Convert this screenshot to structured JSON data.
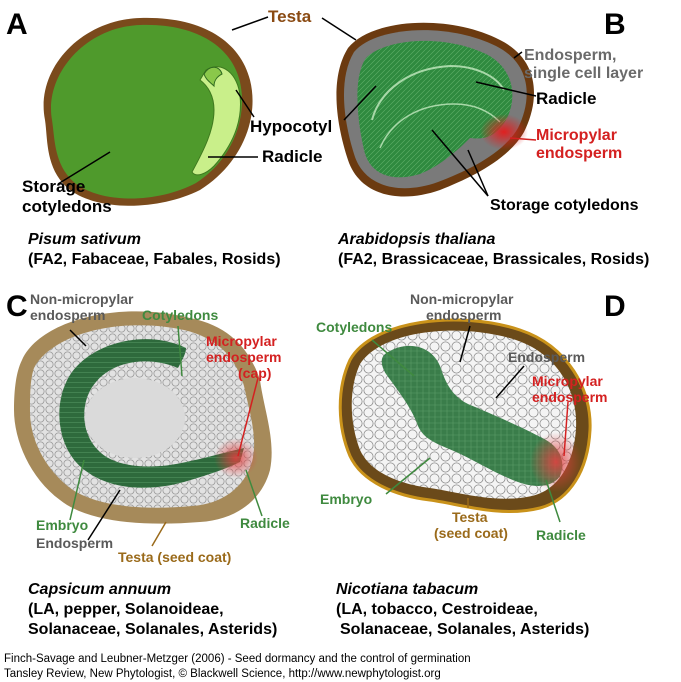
{
  "panels": {
    "a": {
      "letter": "A",
      "labels": {
        "testa": "Testa",
        "hypocotyl": "Hypocotyl",
        "radicle": "Radicle",
        "storage_1": "Storage",
        "storage_2": "cotyledons"
      },
      "species": "Pisum sativum",
      "taxonomy": "(FA2, Fabaceae, Fabales, Rosids)"
    },
    "b": {
      "letter": "B",
      "labels": {
        "endosperm_1": "Endosperm,",
        "endosperm_2": "single cell layer",
        "radicle": "Radicle",
        "micropylar_1": "Micropylar",
        "micropylar_2": "endosperm",
        "storage": "Storage cotyledons"
      },
      "species": "Arabidopsis thaliana",
      "taxonomy": "(FA2, Brassicaceae, Brassicales, Rosids)"
    },
    "c": {
      "letter": "C",
      "labels": {
        "nonmicro_1": "Non-micropylar",
        "nonmicro_2": "endosperm",
        "cotyledons": "Cotyledons",
        "micro_1": "Micropylar",
        "micro_2": "endosperm",
        "micro_3": "(cap)",
        "embryo": "Embryo",
        "endosperm": "Endosperm",
        "radicle": "Radicle",
        "testa": "Testa (seed coat)"
      },
      "species": "Capsicum annuum",
      "taxonomy_1": "(LA, pepper, Solanoideae,",
      "taxonomy_2": "Solanaceae, Solanales, Asterids)"
    },
    "d": {
      "letter": "D",
      "labels": {
        "cotyledons": "Cotyledons",
        "nonmicro_1": "Non-micropylar",
        "nonmicro_2": "endosperm",
        "endosperm": "Endosperm",
        "micro_1": "Micropylar",
        "micro_2": "endosperm",
        "embryo": "Embryo",
        "testa_1": "Testa",
        "testa_2": "(seed coat)",
        "radicle": "Radicle"
      },
      "species": "Nicotiana tabacum",
      "taxonomy_1": "(LA, tobacco, Cestroideae,",
      "taxonomy_2": "Solanaceae, Solanales, Asterids)"
    }
  },
  "footer": {
    "line1": "Finch-Savage and Leubner-Metzger (2006) - Seed dormancy and the control of germination",
    "line2": "Tansley Review, New Phytologist, © Blackwell Science, http://www.newphytologist.org"
  },
  "colors": {
    "testa": "#7a4a1c",
    "testa_label": "#8a4a12",
    "cotyledon": "#4f9a2c",
    "radicle_pea": "#c9ef8a",
    "embryo_green": "#2f7a3f",
    "endosperm_grey": "#7a7a7a",
    "micropylar_red": "#d42020",
    "label_grey": "#5a5a5a",
    "label_green": "#3f8a3f",
    "label_brown": "#9a6a1a"
  }
}
